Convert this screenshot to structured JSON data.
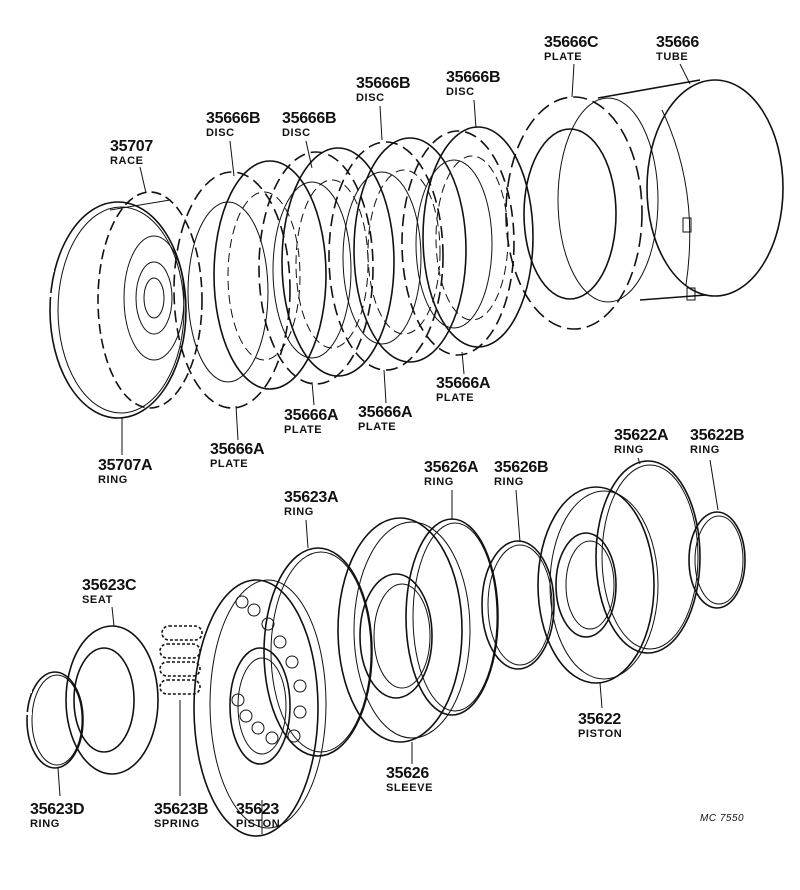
{
  "labels": [
    {
      "id": "35666C",
      "name": "PLATE"
    },
    {
      "id": "35666",
      "name": "TUBE"
    },
    {
      "id": "35666B",
      "name": "DISC"
    },
    {
      "id": "35666B",
      "name": "DISC"
    },
    {
      "id": "35666B",
      "name": "DISC"
    },
    {
      "id": "35666B",
      "name": "DISC"
    },
    {
      "id": "35707",
      "name": "RACE"
    },
    {
      "id": "35666A",
      "name": "PLATE"
    },
    {
      "id": "35666A",
      "name": "PLATE"
    },
    {
      "id": "35666A",
      "name": "PLATE"
    },
    {
      "id": "35666A",
      "name": "PLATE"
    },
    {
      "id": "35707A",
      "name": "RING"
    },
    {
      "id": "35622A",
      "name": "RING"
    },
    {
      "id": "35622B",
      "name": "RING"
    },
    {
      "id": "35626A",
      "name": "RING"
    },
    {
      "id": "35626B",
      "name": "RING"
    },
    {
      "id": "35623A",
      "name": "RING"
    },
    {
      "id": "35623C",
      "name": "SEAT"
    },
    {
      "id": "35622",
      "name": "PISTON"
    },
    {
      "id": "35626",
      "name": "SLEEVE"
    },
    {
      "id": "35623D",
      "name": "RING"
    },
    {
      "id": "35623B",
      "name": "SPRING"
    },
    {
      "id": "35623",
      "name": "PISTON"
    }
  ],
  "drawing_code": "MC 7550"
}
